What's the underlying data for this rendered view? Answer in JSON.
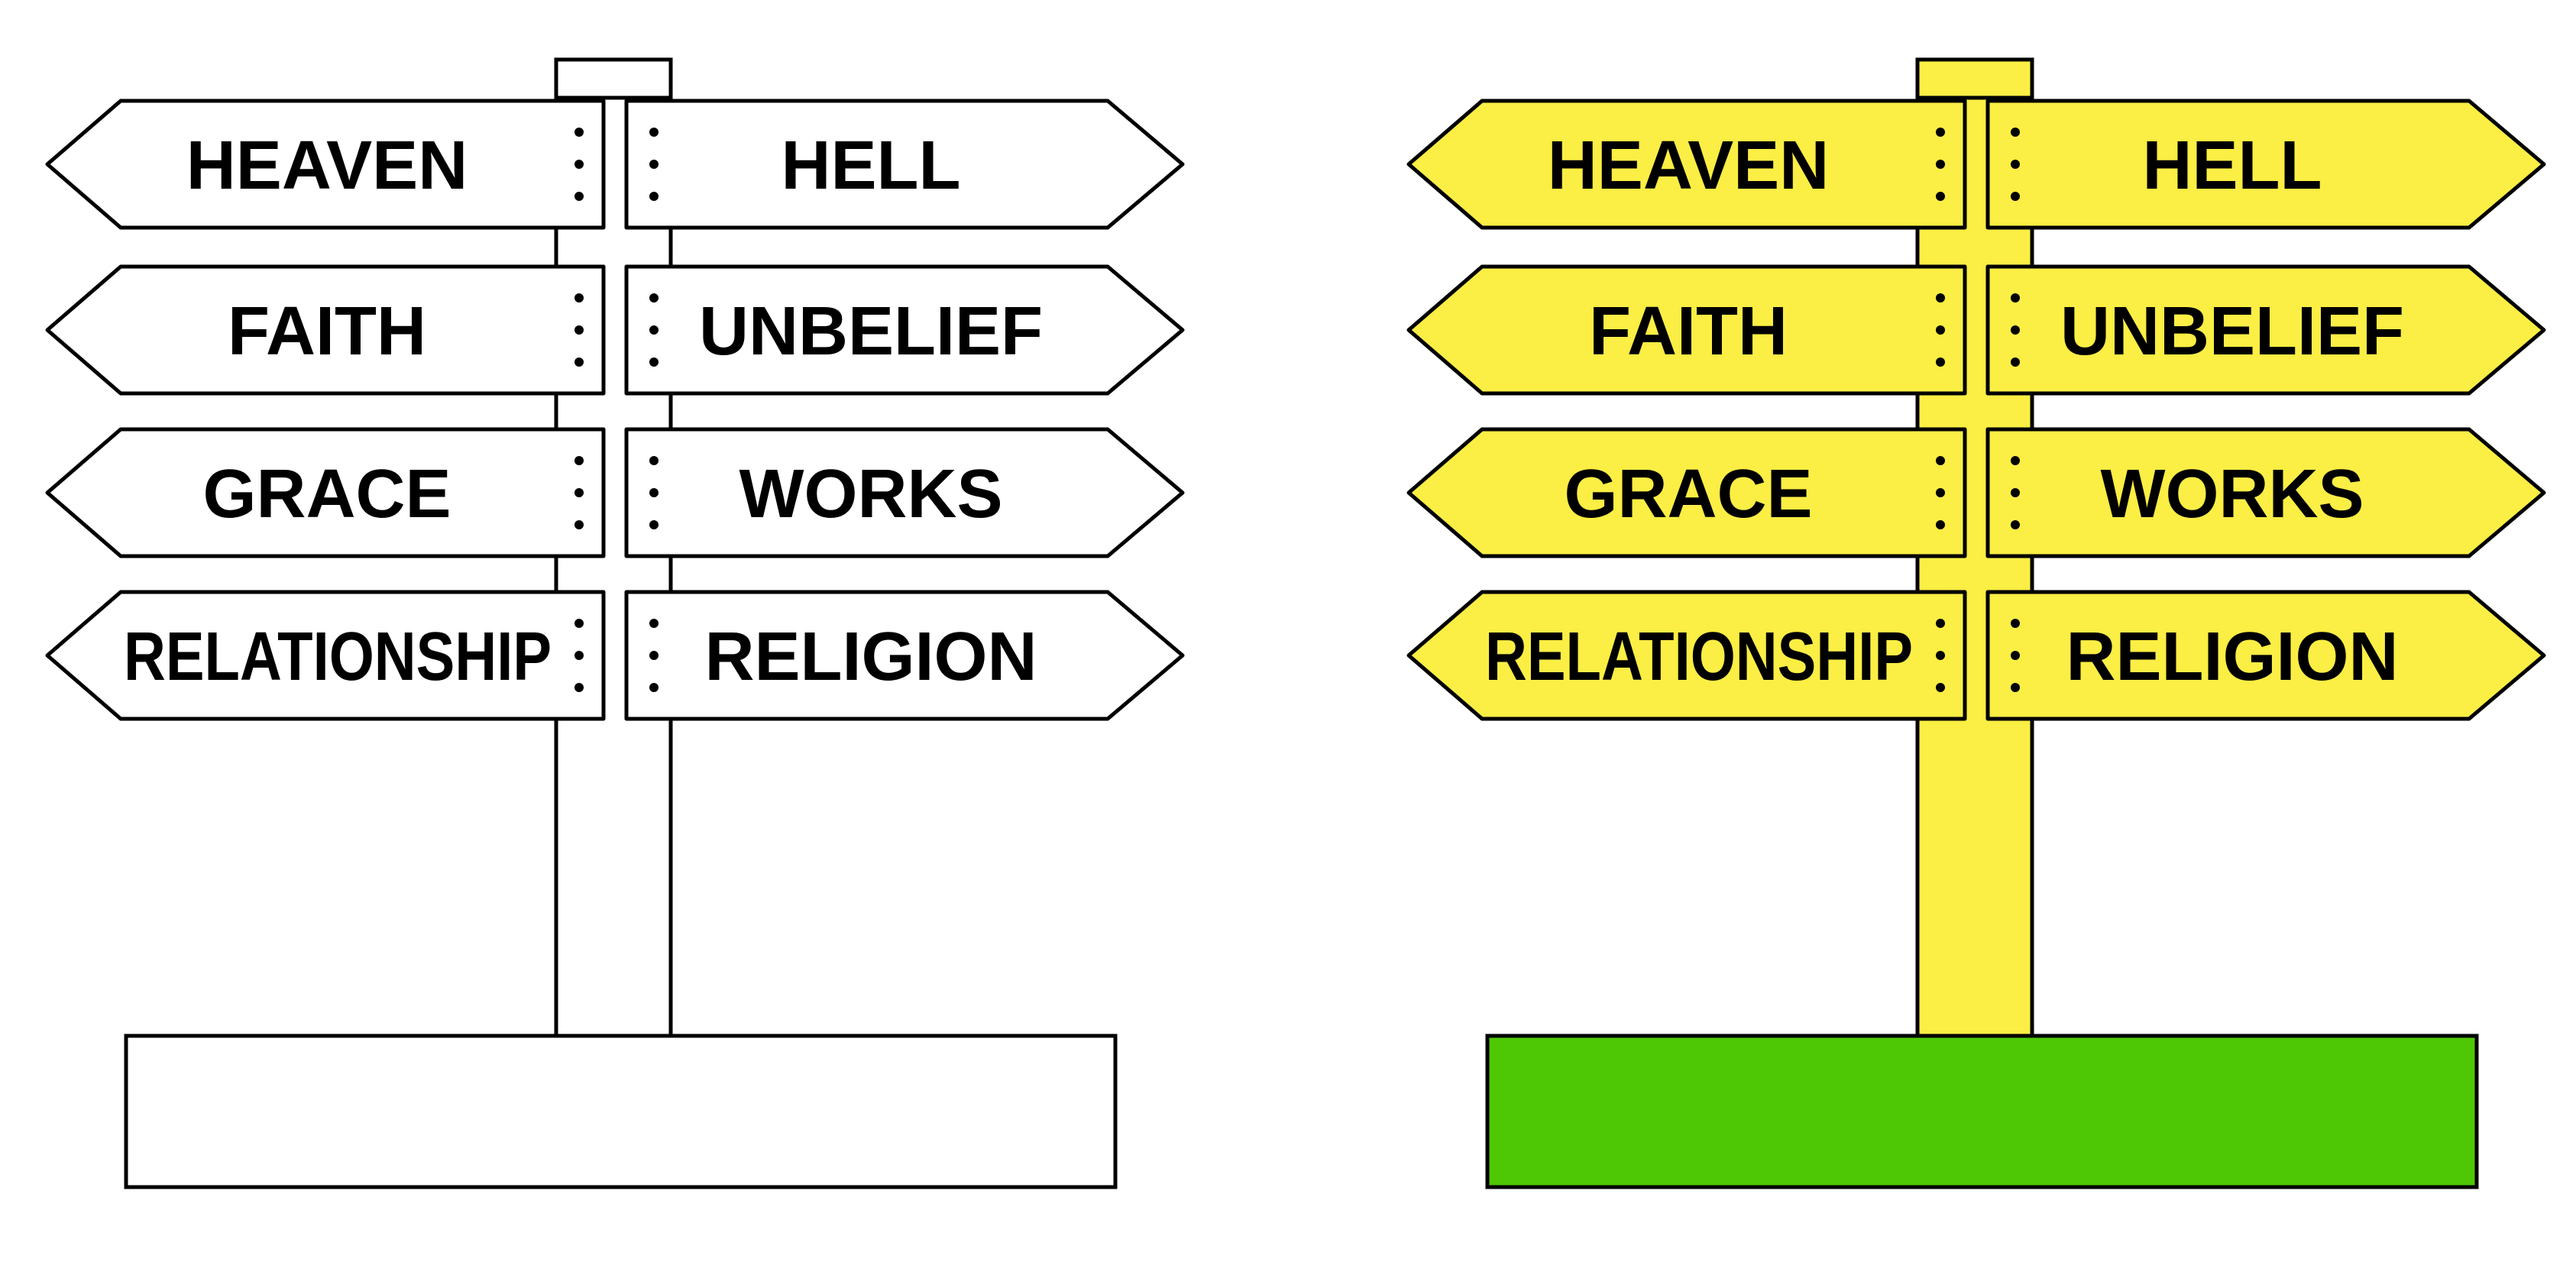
{
  "colors": {
    "outline": "#000000",
    "left_variant_fill": "#ffffff",
    "right_variant_fill": "#fbee44",
    "left_ground": "#ffffff",
    "right_ground": "#4ec805"
  },
  "pairs": [
    {
      "left": "HEAVEN",
      "right": "HELL"
    },
    {
      "left": "FAITH",
      "right": "UNBELIEF"
    },
    {
      "left": "GRACE",
      "right": "WORKS"
    },
    {
      "left": "RELATIONSHIP",
      "right": "RELIGION"
    }
  ]
}
